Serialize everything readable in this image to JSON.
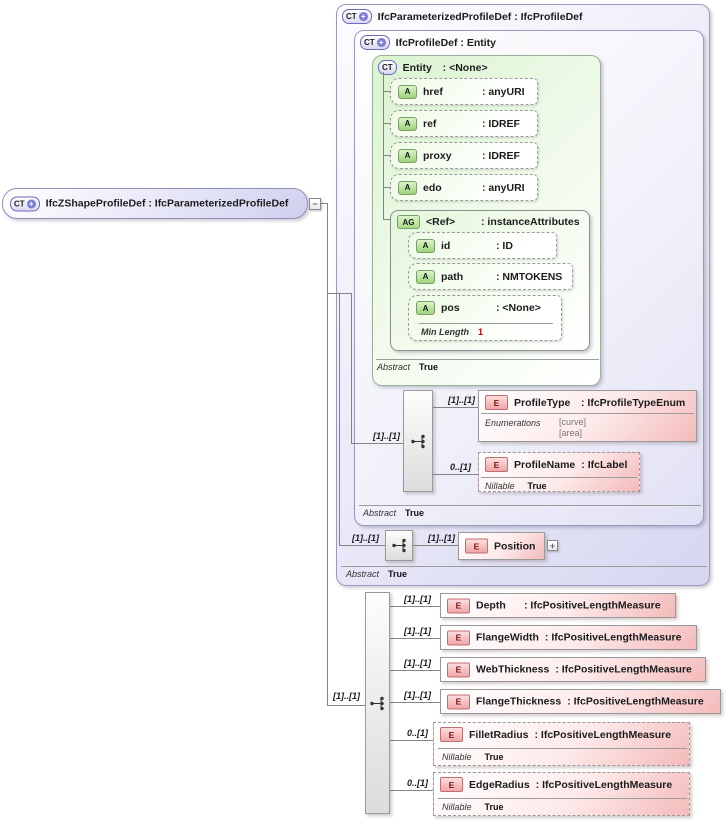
{
  "icons": {
    "ct": "CT",
    "ct_plus": "+",
    "a": "A",
    "ag": "AG",
    "e": "E",
    "expand_toggle": "+",
    "collapse_toggle": "−"
  },
  "root_box": {
    "label": "IfcZShapeProfileDef : IfcParameterizedProfileDef"
  },
  "outer_box": {
    "label": "IfcParameterizedProfileDef : IfcProfileDef",
    "abstract_label": "Abstract",
    "abstract_value": "True"
  },
  "profiledef_box": {
    "label": "IfcProfileDef : Entity",
    "abstract_label": "Abstract",
    "abstract_value": "True",
    "sequence_mult": "[1]..[1]"
  },
  "entity_box": {
    "name": "Entity",
    "type": ": <None>",
    "abstract_label": "Abstract",
    "abstract_value": "True",
    "attributes": [
      {
        "name": "href",
        "type": ": anyURI"
      },
      {
        "name": "ref",
        "type": ": IDREF"
      },
      {
        "name": "proxy",
        "type": ": IDREF"
      },
      {
        "name": "edo",
        "type": ": anyURI"
      }
    ],
    "attribute_group": {
      "name": "<Ref>",
      "type": ": instanceAttributes",
      "attributes": [
        {
          "name": "id",
          "type": ": ID"
        },
        {
          "name": "path",
          "type": ": NMTOKENS"
        },
        {
          "name": "pos",
          "type": ": <None>",
          "facet_label": "Min Length",
          "facet_value": "1"
        }
      ]
    }
  },
  "profiledef_elements": [
    {
      "mult": "[1]..[1]",
      "name": "ProfileType",
      "type": ": IfcProfileTypeEnum",
      "facet_label": "Enumerations",
      "enum_1": "[curve]",
      "enum_2": "[area]"
    },
    {
      "mult": "0..[1]",
      "name": "ProfileName",
      "type": ": IfcLabel",
      "facet_label": "Nillable",
      "facet_value": "True"
    }
  ],
  "position_element": {
    "mult_sequence": "[1]..[1]",
    "mult": "[1]..[1]",
    "name": "Position"
  },
  "params": {
    "sequence_mult": "[1]..[1]",
    "elements": [
      {
        "mult": "[1]..[1]",
        "name": "Depth",
        "type": ": IfcPositiveLengthMeasure"
      },
      {
        "mult": "[1]..[1]",
        "name": "FlangeWidth",
        "type": ": IfcPositiveLengthMeasure"
      },
      {
        "mult": "[1]..[1]",
        "name": "WebThickness",
        "type": ": IfcPositiveLengthMeasure"
      },
      {
        "mult": "[1]..[1]",
        "name": "FlangeThickness",
        "type": ": IfcPositiveLengthMeasure"
      },
      {
        "mult": "0..[1]",
        "name": "FilletRadius",
        "type": ": IfcPositiveLengthMeasure",
        "facet_label": "Nillable",
        "facet_value": "True"
      },
      {
        "mult": "0..[1]",
        "name": "EdgeRadius",
        "type": ": IfcPositiveLengthMeasure",
        "facet_label": "Nillable",
        "facet_value": "True"
      }
    ]
  },
  "colors": {
    "container_lavender": "#dcdcf2",
    "entity_green": "#ddf6d4",
    "element_pink": "#f4baba",
    "border_gray": "#999999",
    "facet_red": "#cc0000"
  }
}
